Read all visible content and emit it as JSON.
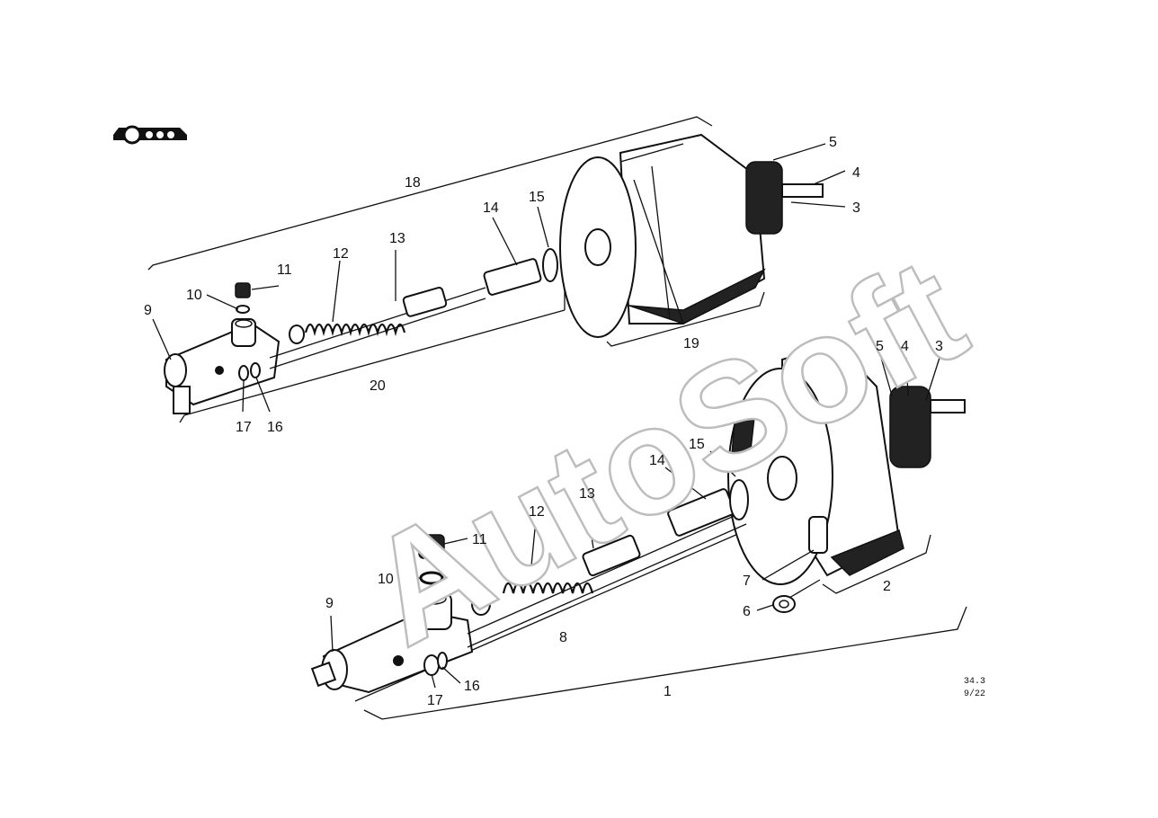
{
  "watermark": "AutoSoft",
  "drawing_code": {
    "line1": "34.3",
    "line2": "9/22"
  },
  "callouts_top": {
    "c18": "18",
    "c5": "5",
    "c4": "4",
    "c3": "3",
    "c15": "15",
    "c14": "14",
    "c13": "13",
    "c12": "12",
    "c11": "11",
    "c10": "10",
    "c9": "9",
    "c19": "19",
    "c20": "20",
    "c17": "17",
    "c16": "16"
  },
  "callouts_bottom": {
    "c5": "5",
    "c4": "4",
    "c3": "3",
    "c14": "14",
    "c15": "15",
    "c13": "13",
    "c12": "12",
    "c11": "11",
    "c10": "10",
    "c9": "9",
    "c7": "7",
    "c6": "6",
    "c2": "2",
    "c8": "8",
    "c17": "17",
    "c16": "16",
    "c1": "1"
  }
}
